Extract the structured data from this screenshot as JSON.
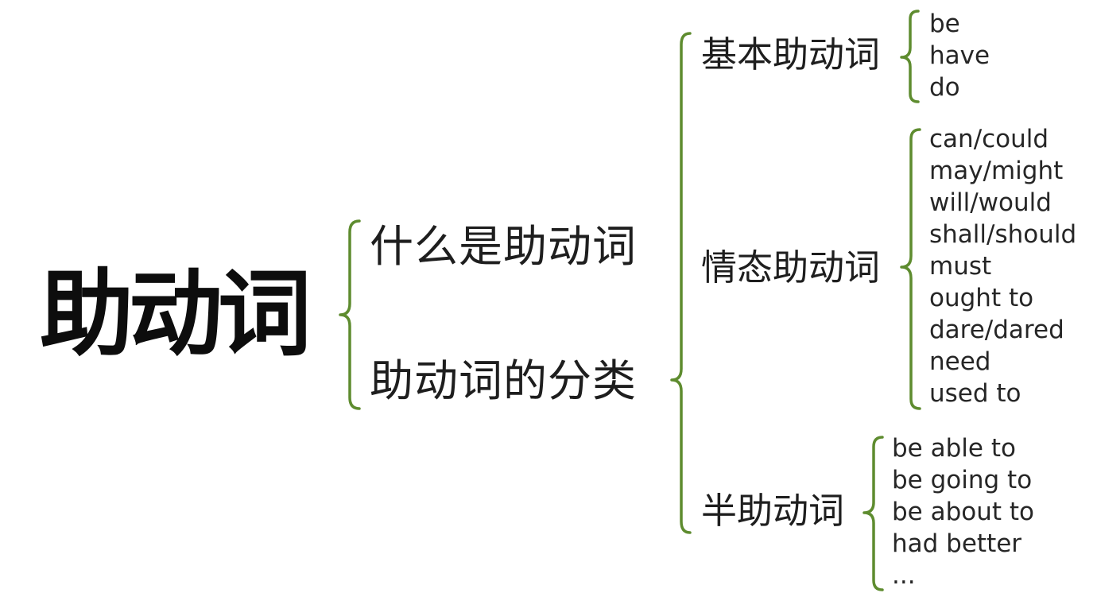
{
  "colors": {
    "brace": "#5e8c2f",
    "text": "#1e1e1e",
    "root_text": "#0d0d0d"
  },
  "root": {
    "label": "助动词"
  },
  "level1": [
    {
      "label": "什么是助动词"
    },
    {
      "label": "助动词的分类"
    }
  ],
  "categories": [
    {
      "label": "基本助动词",
      "items": [
        "be",
        "have",
        "do"
      ]
    },
    {
      "label": "情态助动词",
      "items": [
        "can/could",
        "may/might",
        "will/would",
        "shall/should",
        "must",
        "ought to",
        "dare/dared",
        "need",
        "used to"
      ]
    },
    {
      "label": "半助动词",
      "items": [
        "be able to",
        "be going to",
        "be about to",
        "had better",
        "..."
      ]
    }
  ]
}
